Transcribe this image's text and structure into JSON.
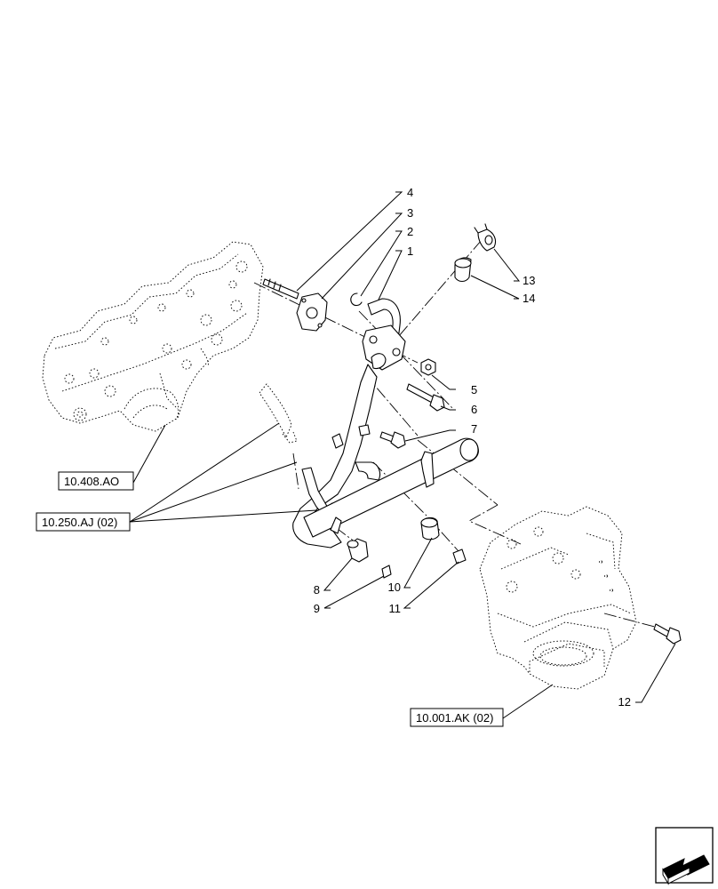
{
  "callouts": [
    "1",
    "2",
    "3",
    "4",
    "5",
    "6",
    "7",
    "8",
    "9",
    "10",
    "11",
    "12",
    "13",
    "14"
  ],
  "references": {
    "exhaust_manifold": "10.408.AO",
    "hose_assembly": "10.250.AJ (02)",
    "engine_support": "10.001.AK (02)"
  },
  "icons": {
    "nav_arrow": "arrow-next-page-icon"
  }
}
